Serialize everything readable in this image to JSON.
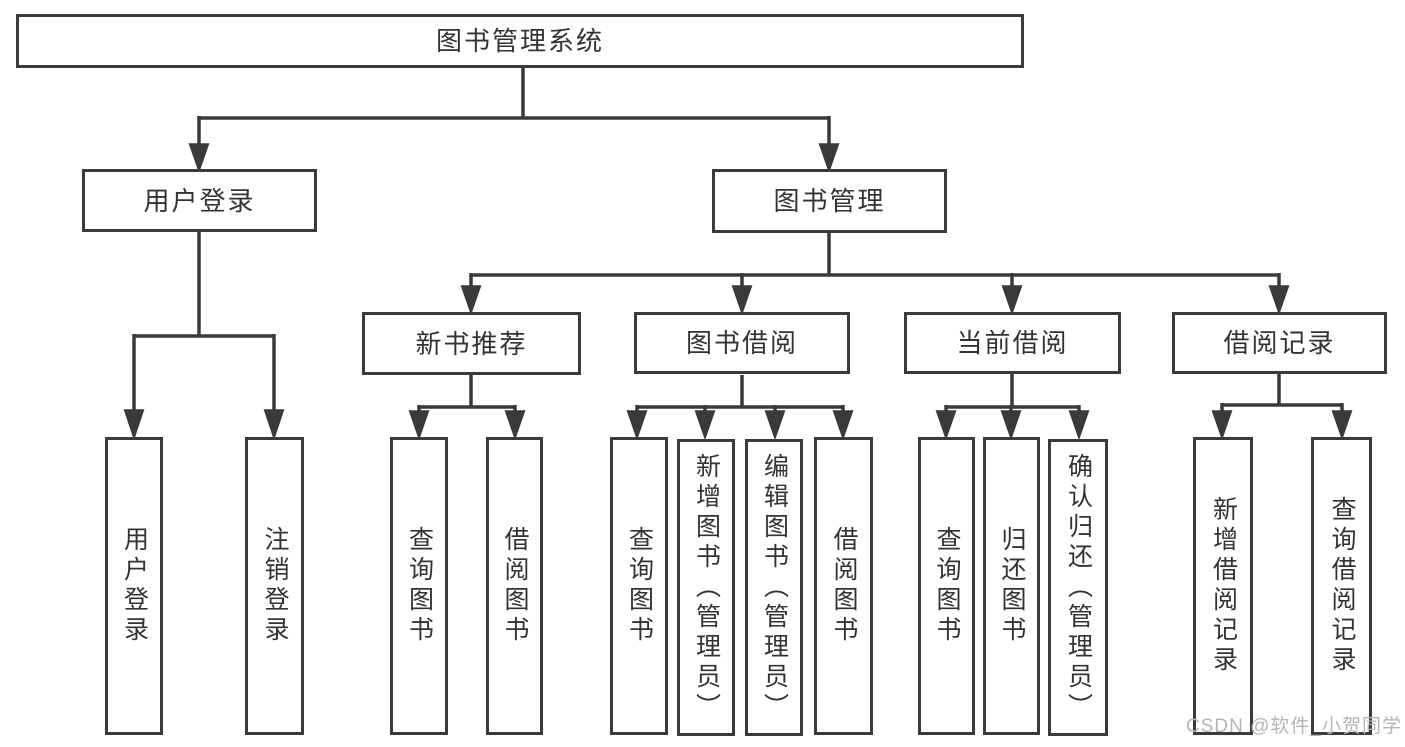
{
  "diagram": {
    "type": "hierarchy-tree",
    "orientation": "top-down"
  },
  "tree": {
    "label": "图书管理系统",
    "children": [
      {
        "label": "用户登录",
        "children": [
          {
            "label": "用户登录"
          },
          {
            "label": "注销登录"
          }
        ]
      },
      {
        "label": "图书管理",
        "children": [
          {
            "label": "新书推荐",
            "children": [
              {
                "label": "查询图书"
              },
              {
                "label": "借阅图书"
              }
            ]
          },
          {
            "label": "图书借阅",
            "children": [
              {
                "label": "查询图书"
              },
              {
                "label": "新增图书（管理员）"
              },
              {
                "label": "编辑图书（管理员）"
              },
              {
                "label": "借阅图书"
              }
            ]
          },
          {
            "label": "当前借阅",
            "children": [
              {
                "label": "查询图书"
              },
              {
                "label": "归还图书"
              },
              {
                "label": "确认归还（管理员）"
              }
            ]
          },
          {
            "label": "借阅记录",
            "children": [
              {
                "label": "新增借阅记录"
              },
              {
                "label": "查询借阅记录"
              }
            ]
          }
        ]
      }
    ]
  },
  "watermark": {
    "text": "CSDN @软件_小贺同学"
  },
  "colors": {
    "line": "#3a3a3a",
    "node_border": "#3a3a3a",
    "text": "#333333",
    "watermark": "#b5b5b5",
    "background": "#ffffff"
  }
}
